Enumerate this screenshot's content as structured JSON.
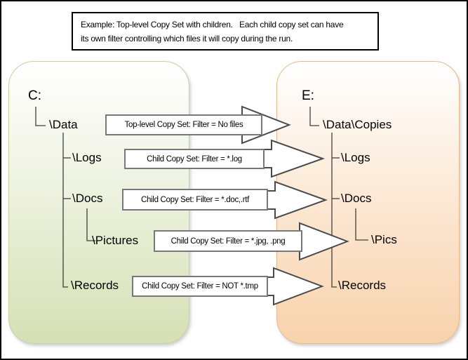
{
  "title": {
    "lines": [
      "Example: Top-level Copy Set with children.   Each child copy set can have",
      "its own filter controlling which files it will copy during the run."
    ]
  },
  "source_panel": {
    "drive": "C:",
    "root": "\\Data",
    "items": [
      "\\Logs",
      "\\Docs",
      "\\Pictures",
      "\\Records"
    ]
  },
  "dest_panel": {
    "drive": "E:",
    "root": "\\Data\\Copies",
    "items": [
      "\\Logs",
      "\\Docs",
      "\\Pics",
      "\\Records"
    ]
  },
  "arrows": [
    {
      "label": "Top-level Copy Set: Filter = No files"
    },
    {
      "label": "Child Copy Set: Filter = *.log"
    },
    {
      "label": "Child Copy Set: Filter = *.doc,.rtf"
    },
    {
      "label": "Child Copy Set: Filter = *.jpg, .png"
    },
    {
      "label": "Child Copy Set: Filter = NOT *.tmp"
    }
  ],
  "colors": {
    "frame_border": "#000000",
    "source_panel_fill_top": "#ffffff",
    "source_panel_fill_bottom": "#d5e0b4",
    "source_panel_border": "#c5d39e",
    "dest_panel_fill_top": "#ffffff",
    "dest_panel_fill_bottom": "#f8d2ab",
    "dest_panel_border": "#e8b98d",
    "arrow_outline": "#4a4a4a",
    "box_border": "#787878",
    "tree_line": "#3f3f3f"
  }
}
